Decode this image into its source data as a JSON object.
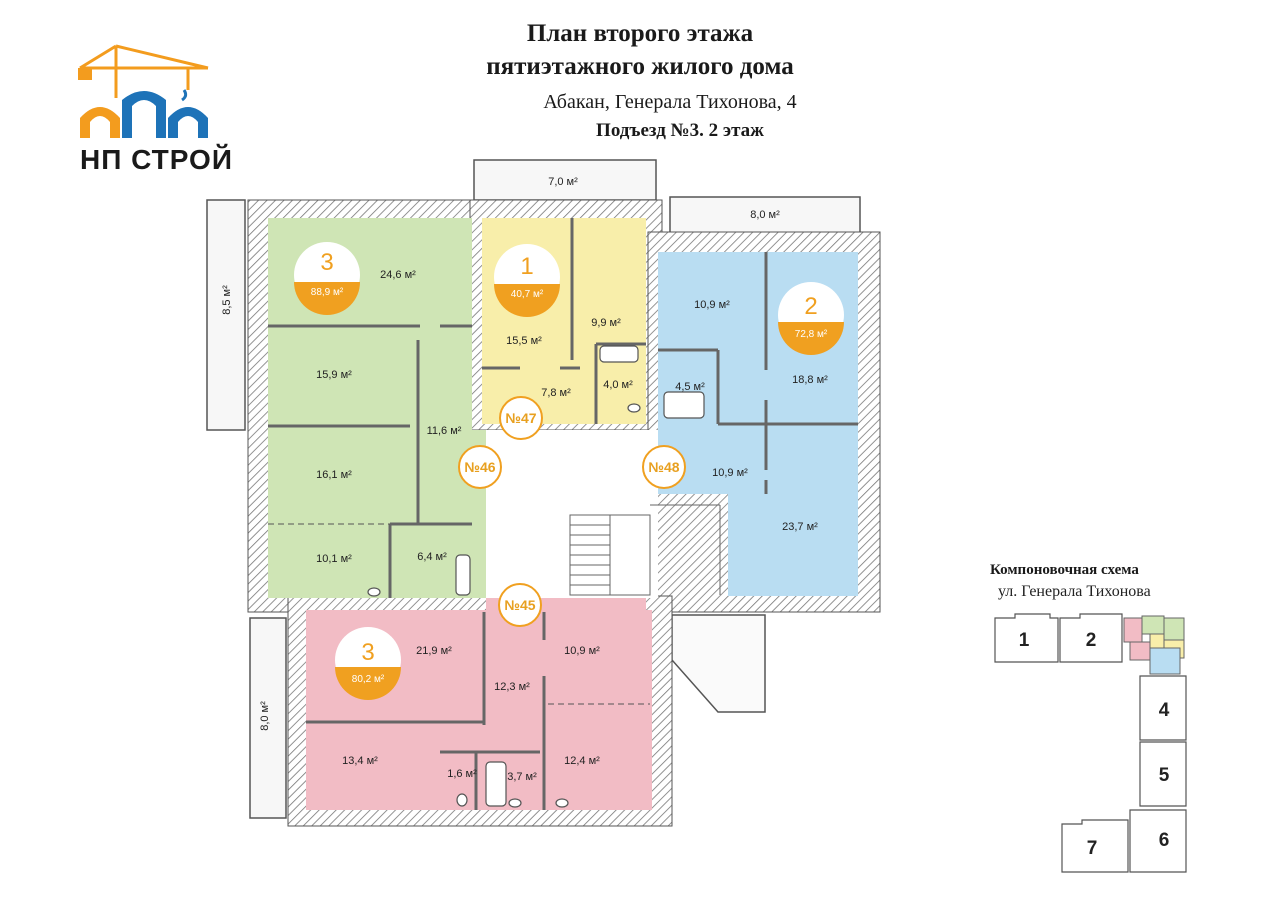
{
  "header": {
    "title_line1": "План второго этажа",
    "title_line2": "пятиэтажного жилого дома",
    "address": "Абакан, Генерала Тихонова, 4",
    "entrance": "Подъезд №3. 2 этаж"
  },
  "logo": {
    "text": "НП СТРОЙ",
    "icon": "crane-house-icon",
    "colors": {
      "orange": "#F39C1E",
      "blue": "#1E73B8"
    }
  },
  "colors": {
    "green": "#CFE5B5",
    "yellow": "#F8EEAA",
    "blue": "#B9DDF2",
    "pink": "#F2BCC5",
    "accent": "#F0A020",
    "wall": "#666666"
  },
  "apartments": [
    {
      "number": "№46",
      "rooms": "3",
      "area": "88,9 м²"
    },
    {
      "number": "№47",
      "rooms": "1",
      "area": "40,7 м²"
    },
    {
      "number": "№48",
      "rooms": "2",
      "area": "72,8 м²"
    },
    {
      "number": "№45",
      "rooms": "3",
      "area": "80,2 м²"
    }
  ],
  "balconies": [
    "7,0 м²",
    "8,0 м²",
    "8,5 м²",
    "8,0 м²"
  ],
  "rooms": {
    "green": [
      "24,6 м²",
      "15,9 м²",
      "11,6 м²",
      "16,1 м²",
      "10,1 м²",
      "6,4 м²"
    ],
    "yellow": [
      "15,5 м²",
      "9,9 м²",
      "7,8 м²",
      "4,0 м²"
    ],
    "blue": [
      "10,9 м²",
      "4,5 м²",
      "18,8 м²",
      "10,9 м²",
      "23,7 м²"
    ],
    "pink": [
      "21,9 м²",
      "10,9 м²",
      "12,3 м²",
      "13,4 м²",
      "1,6 м²",
      "3,7 м²",
      "12,4 м²"
    ]
  },
  "scheme": {
    "title": "Компоновочная схема",
    "street": "ул. Генерала Тихонова",
    "blocks": [
      "1",
      "2",
      "4",
      "5",
      "7",
      "6"
    ]
  }
}
